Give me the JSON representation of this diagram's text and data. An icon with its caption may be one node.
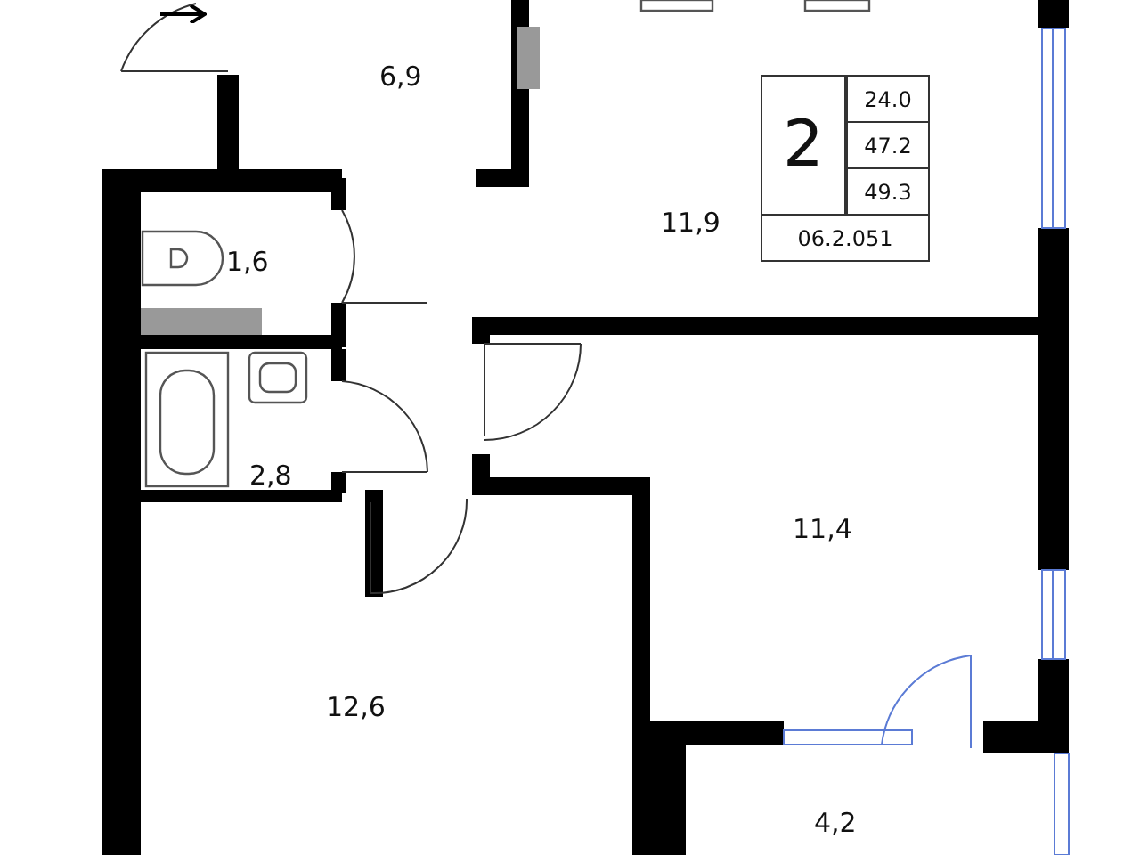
{
  "diagram": {
    "labels": [
      "6,9",
      "2",
      "24.0",
      "47.2",
      "49.3",
      "06.2.051",
      "11,9",
      "1,6",
      "2,8",
      "11,4",
      "12,6",
      "4,2"
    ]
  }
}
